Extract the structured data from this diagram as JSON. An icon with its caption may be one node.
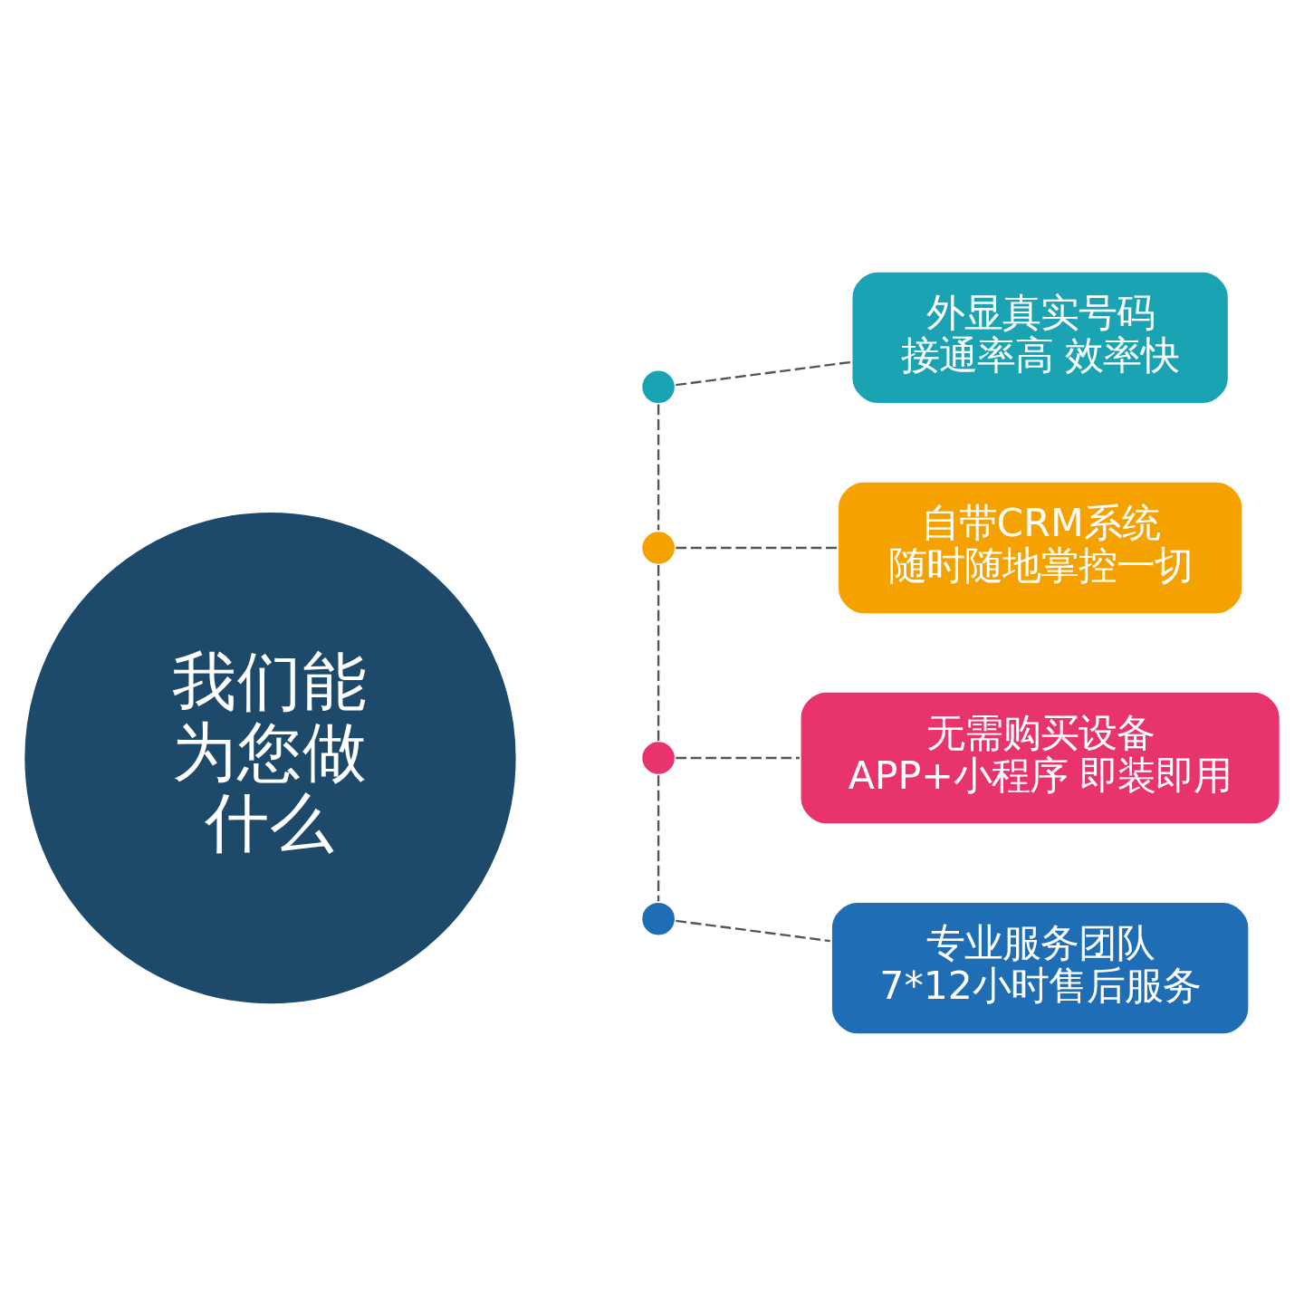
{
  "diagram": {
    "nodes": [
      {
        "text": [
          "我们能为您做什么"
        ]
      },
      {
        "text": [],
        "shape": "circle"
      },
      {
        "text": [],
        "shape": "circle"
      },
      {
        "text": [],
        "shape": "circle"
      },
      {
        "text": [],
        "shape": "circle"
      },
      {
        "text": [
          "外显真实号码",
          "接通率高 效率快"
        ]
      },
      {
        "text": [
          "自带CRM系统",
          "随时随地掌控一切"
        ]
      },
      {
        "text": [
          "无需购买设备",
          "APP+小程序 即装即用"
        ]
      },
      {
        "text": [
          "专业服务团队",
          "7*12小时售后服务"
        ]
      }
    ],
    "edges": [
      {
        "from": 1,
        "to": 2,
        "arrow": "none",
        "style": "dashed"
      },
      {
        "from": 2,
        "to": 3,
        "arrow": "none",
        "style": "dashed"
      },
      {
        "from": 3,
        "to": 4,
        "arrow": "none",
        "style": "dashed"
      },
      {
        "from": 1,
        "to": 5,
        "arrow": "none",
        "style": "dashed"
      },
      {
        "from": 2,
        "to": 6,
        "arrow": "none",
        "style": "dashed"
      },
      {
        "from": 3,
        "to": 7,
        "arrow": "none",
        "style": "dashed"
      },
      {
        "from": 4,
        "to": 8,
        "arrow": "none",
        "style": "dashed"
      }
    ]
  }
}
